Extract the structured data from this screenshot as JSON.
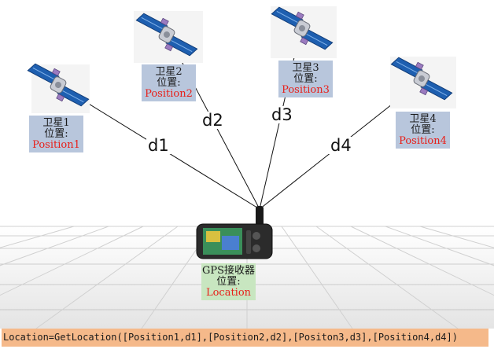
{
  "satellites": [
    {
      "name": "卫星1",
      "pos_label": "位置:",
      "position": "Position1",
      "distance": "d1"
    },
    {
      "name": "卫星2",
      "pos_label": "位置:",
      "position": "Position2",
      "distance": "d2"
    },
    {
      "name": "卫星3",
      "pos_label": "位置:",
      "position": "Position3",
      "distance": "d3"
    },
    {
      "name": "卫星4",
      "pos_label": "位置:",
      "position": "Position4",
      "distance": "d4"
    }
  ],
  "receiver": {
    "name": "GPS接收器",
    "pos_label": "位置:",
    "position": "Location"
  },
  "formula": "Location=GetLocation([Position1,d1],[Position2,d2],[Positon3,d3],[Position4,d4])",
  "colors": {
    "label_bg": "#b8c6dc",
    "receiver_bg": "#c8e6c0",
    "position_text": "#e8201a",
    "formula_bg": "#f5b98a"
  }
}
